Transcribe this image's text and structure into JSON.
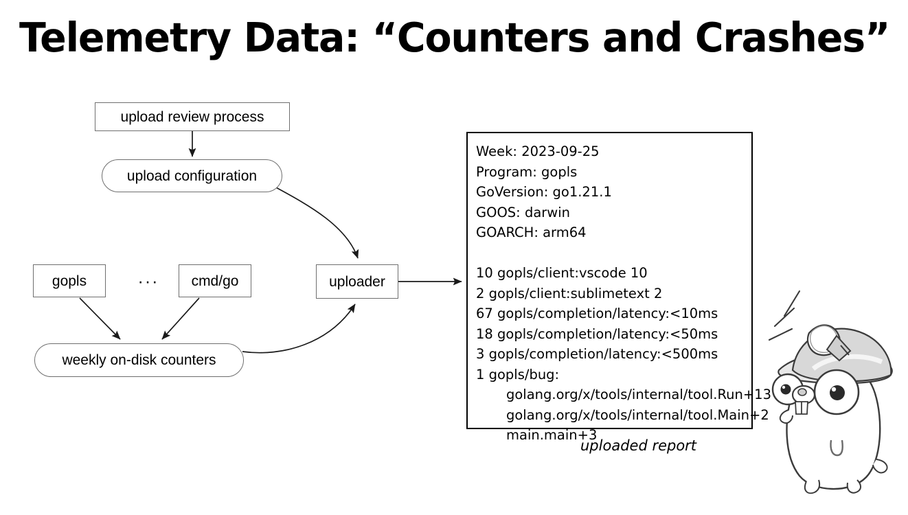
{
  "slide": {
    "title": "Telemetry Data: “Counters and Crashes”"
  },
  "diagram": {
    "nodes": [
      {
        "id": "upload-review-process",
        "label": "upload review process",
        "shape": "rectangle"
      },
      {
        "id": "upload-configuration",
        "label": "upload configuration",
        "shape": "pill"
      },
      {
        "id": "gopls",
        "label": "gopls",
        "shape": "rectangle"
      },
      {
        "id": "ellipsis",
        "label": "···",
        "shape": "text"
      },
      {
        "id": "cmd-go",
        "label": "cmd/go",
        "shape": "rectangle"
      },
      {
        "id": "weekly-on-disk-counters",
        "label": "weekly on-disk counters",
        "shape": "pill"
      },
      {
        "id": "uploader",
        "label": "uploader",
        "shape": "rectangle"
      }
    ],
    "edges": [
      {
        "from": "upload-review-process",
        "to": "upload-configuration",
        "style": "straight-down"
      },
      {
        "from": "upload-configuration",
        "to": "uploader",
        "style": "curved"
      },
      {
        "from": "gopls",
        "to": "weekly-on-disk-counters",
        "style": "diagonal"
      },
      {
        "from": "cmd-go",
        "to": "weekly-on-disk-counters",
        "style": "diagonal"
      },
      {
        "from": "weekly-on-disk-counters",
        "to": "uploader",
        "style": "curved"
      },
      {
        "from": "uploader",
        "to": "uploaded-report",
        "style": "straight-right"
      }
    ],
    "node_border_color": "#6e6e6e",
    "edge_color": "#1a1a1a"
  },
  "report": {
    "caption": "uploaded report",
    "border_color": "#000000",
    "lines": [
      {
        "text": "Week: 2023-09-25",
        "indented": false
      },
      {
        "text": "Program: gopls",
        "indented": false
      },
      {
        "text": "GoVersion: go1.21.1",
        "indented": false
      },
      {
        "text": "GOOS: darwin",
        "indented": false
      },
      {
        "text": "GOARCH: arm64",
        "indented": false
      },
      {
        "text": "",
        "indented": false
      },
      {
        "text": "10 gopls/client:vscode 10",
        "indented": false
      },
      {
        "text": "2 gopls/client:sublimetext 2",
        "indented": false
      },
      {
        "text": "67 gopls/completion/latency:<10ms",
        "indented": false
      },
      {
        "text": "18 gopls/completion/latency:<50ms",
        "indented": false
      },
      {
        "text": "3 gopls/completion/latency:<500ms",
        "indented": false
      },
      {
        "text": "1 gopls/bug:",
        "indented": false
      },
      {
        "text": "golang.org/x/tools/internal/tool.Run+13",
        "indented": true
      },
      {
        "text": "golang.org/x/tools/internal/tool.Main+2",
        "indented": true
      },
      {
        "text": "main.main+3",
        "indented": true
      }
    ]
  },
  "mascot": {
    "name": "go-gopher-with-miner-helmet",
    "style": "pencil-sketch"
  }
}
